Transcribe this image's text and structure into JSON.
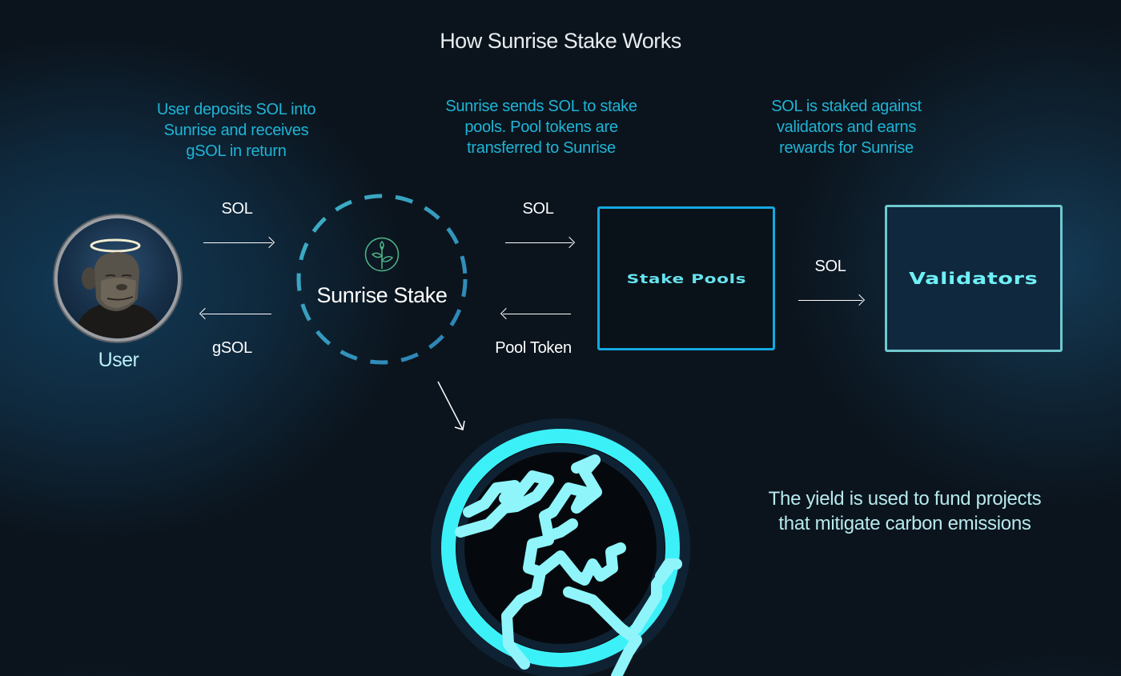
{
  "header": {
    "title": "How Sunrise Stake Works"
  },
  "descriptions": {
    "deposit": [
      "User deposits SOL into",
      "Sunrise and receives",
      "gSOL in return"
    ],
    "pools": [
      "Sunrise sends SOL to stake",
      "pools. Pool tokens are",
      "transferred to Sunrise"
    ],
    "validators": [
      "SOL is staked against",
      "validators and earns",
      "rewards for Sunrise"
    ]
  },
  "nodes": {
    "user": {
      "label": "User",
      "icon": "monkey-avatar-with-halo"
    },
    "sunrise": {
      "label": "Sunrise Stake",
      "icon": "sprout-icon"
    },
    "stake_pools": {
      "label": "Stake Pools"
    },
    "validators": {
      "label": "Validators"
    },
    "globe": {
      "icon": "globe-icon"
    }
  },
  "flows": {
    "user_to_sunrise": "SOL",
    "sunrise_to_user": "gSOL",
    "sunrise_to_pools": "SOL",
    "pools_to_sunrise": "Pool Token",
    "pools_to_validators": "SOL"
  },
  "footer": {
    "yield_text": [
      "The yield is used to fund  projects",
      "that mitigate carbon emissions"
    ]
  },
  "colors": {
    "background": "#0b141d",
    "description_text": "#1fb4d6",
    "stake_pools_border": "#14a8e0",
    "validators_border": "#6fc9cf",
    "box_label": "#66e2ee",
    "globe_ring": "#3cf0f8",
    "globe_land": "#8ff5fa",
    "sprout_icon": "#4fb88a"
  }
}
